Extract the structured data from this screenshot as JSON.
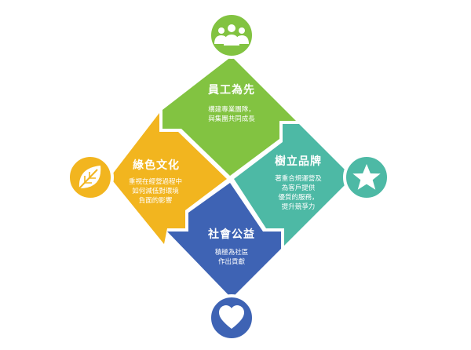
{
  "colors": {
    "green": "#82C341",
    "teal": "#4DB9A5",
    "yellow": "#F2B51F",
    "blue": "#3E63B4",
    "white": "#FFFFFF"
  },
  "quadrants": [
    {
      "key": "top",
      "title": "員工為先",
      "desc": [
        "構建專業團隊，",
        "與集團共同成長"
      ],
      "icon": "people-icon"
    },
    {
      "key": "right",
      "title": "樹立品牌",
      "desc": [
        "著重合規運營及",
        "為客戶提供",
        "優質的服務，",
        "提升競爭力"
      ],
      "icon": "star-icon"
    },
    {
      "key": "left",
      "title": "綠色文化",
      "desc": [
        "重視在經營過程中",
        "如何減低對環境",
        "負面的影響"
      ],
      "icon": "leaf-icon"
    },
    {
      "key": "bottom",
      "title": "社會公益",
      "desc": [
        "積極為社區",
        "作出貢獻"
      ],
      "icon": "heart-icon"
    }
  ]
}
